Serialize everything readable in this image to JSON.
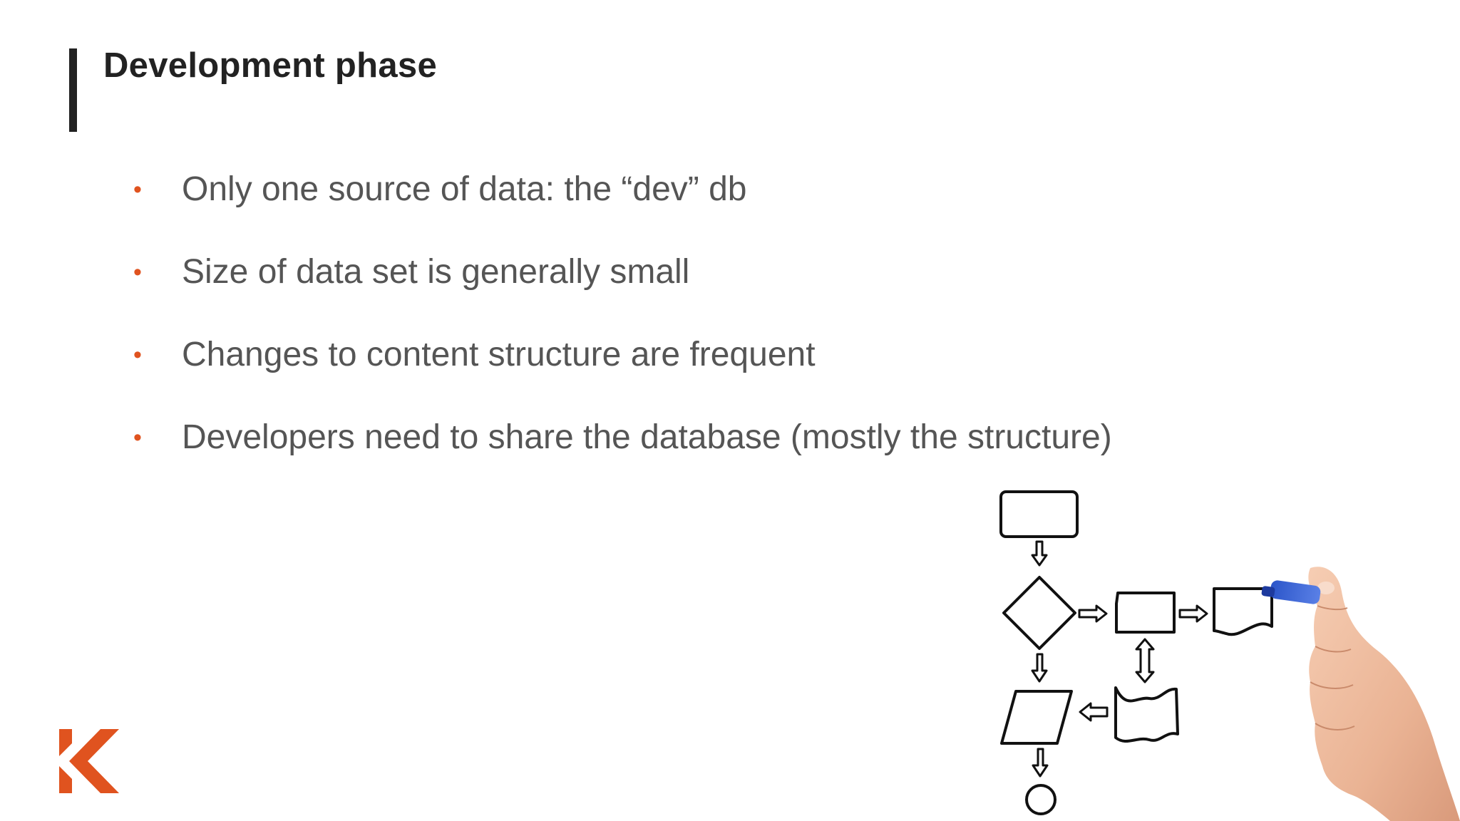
{
  "slide": {
    "title": "Development phase",
    "bullets": [
      {
        "text": "Only one source of data: the “dev” db"
      },
      {
        "text": "Size of data set is generally small"
      },
      {
        "text": "Changes to content structure are frequent"
      },
      {
        "text": "Developers need to share the database (mostly the structure)"
      }
    ]
  },
  "colors": {
    "accent": "#e0531f",
    "title": "#222222",
    "body_text": "#555555"
  },
  "icons": {
    "bullet": "bullet-dot-icon",
    "logo": "k-logo-icon",
    "illustration": "flowchart-hand-drawing"
  }
}
